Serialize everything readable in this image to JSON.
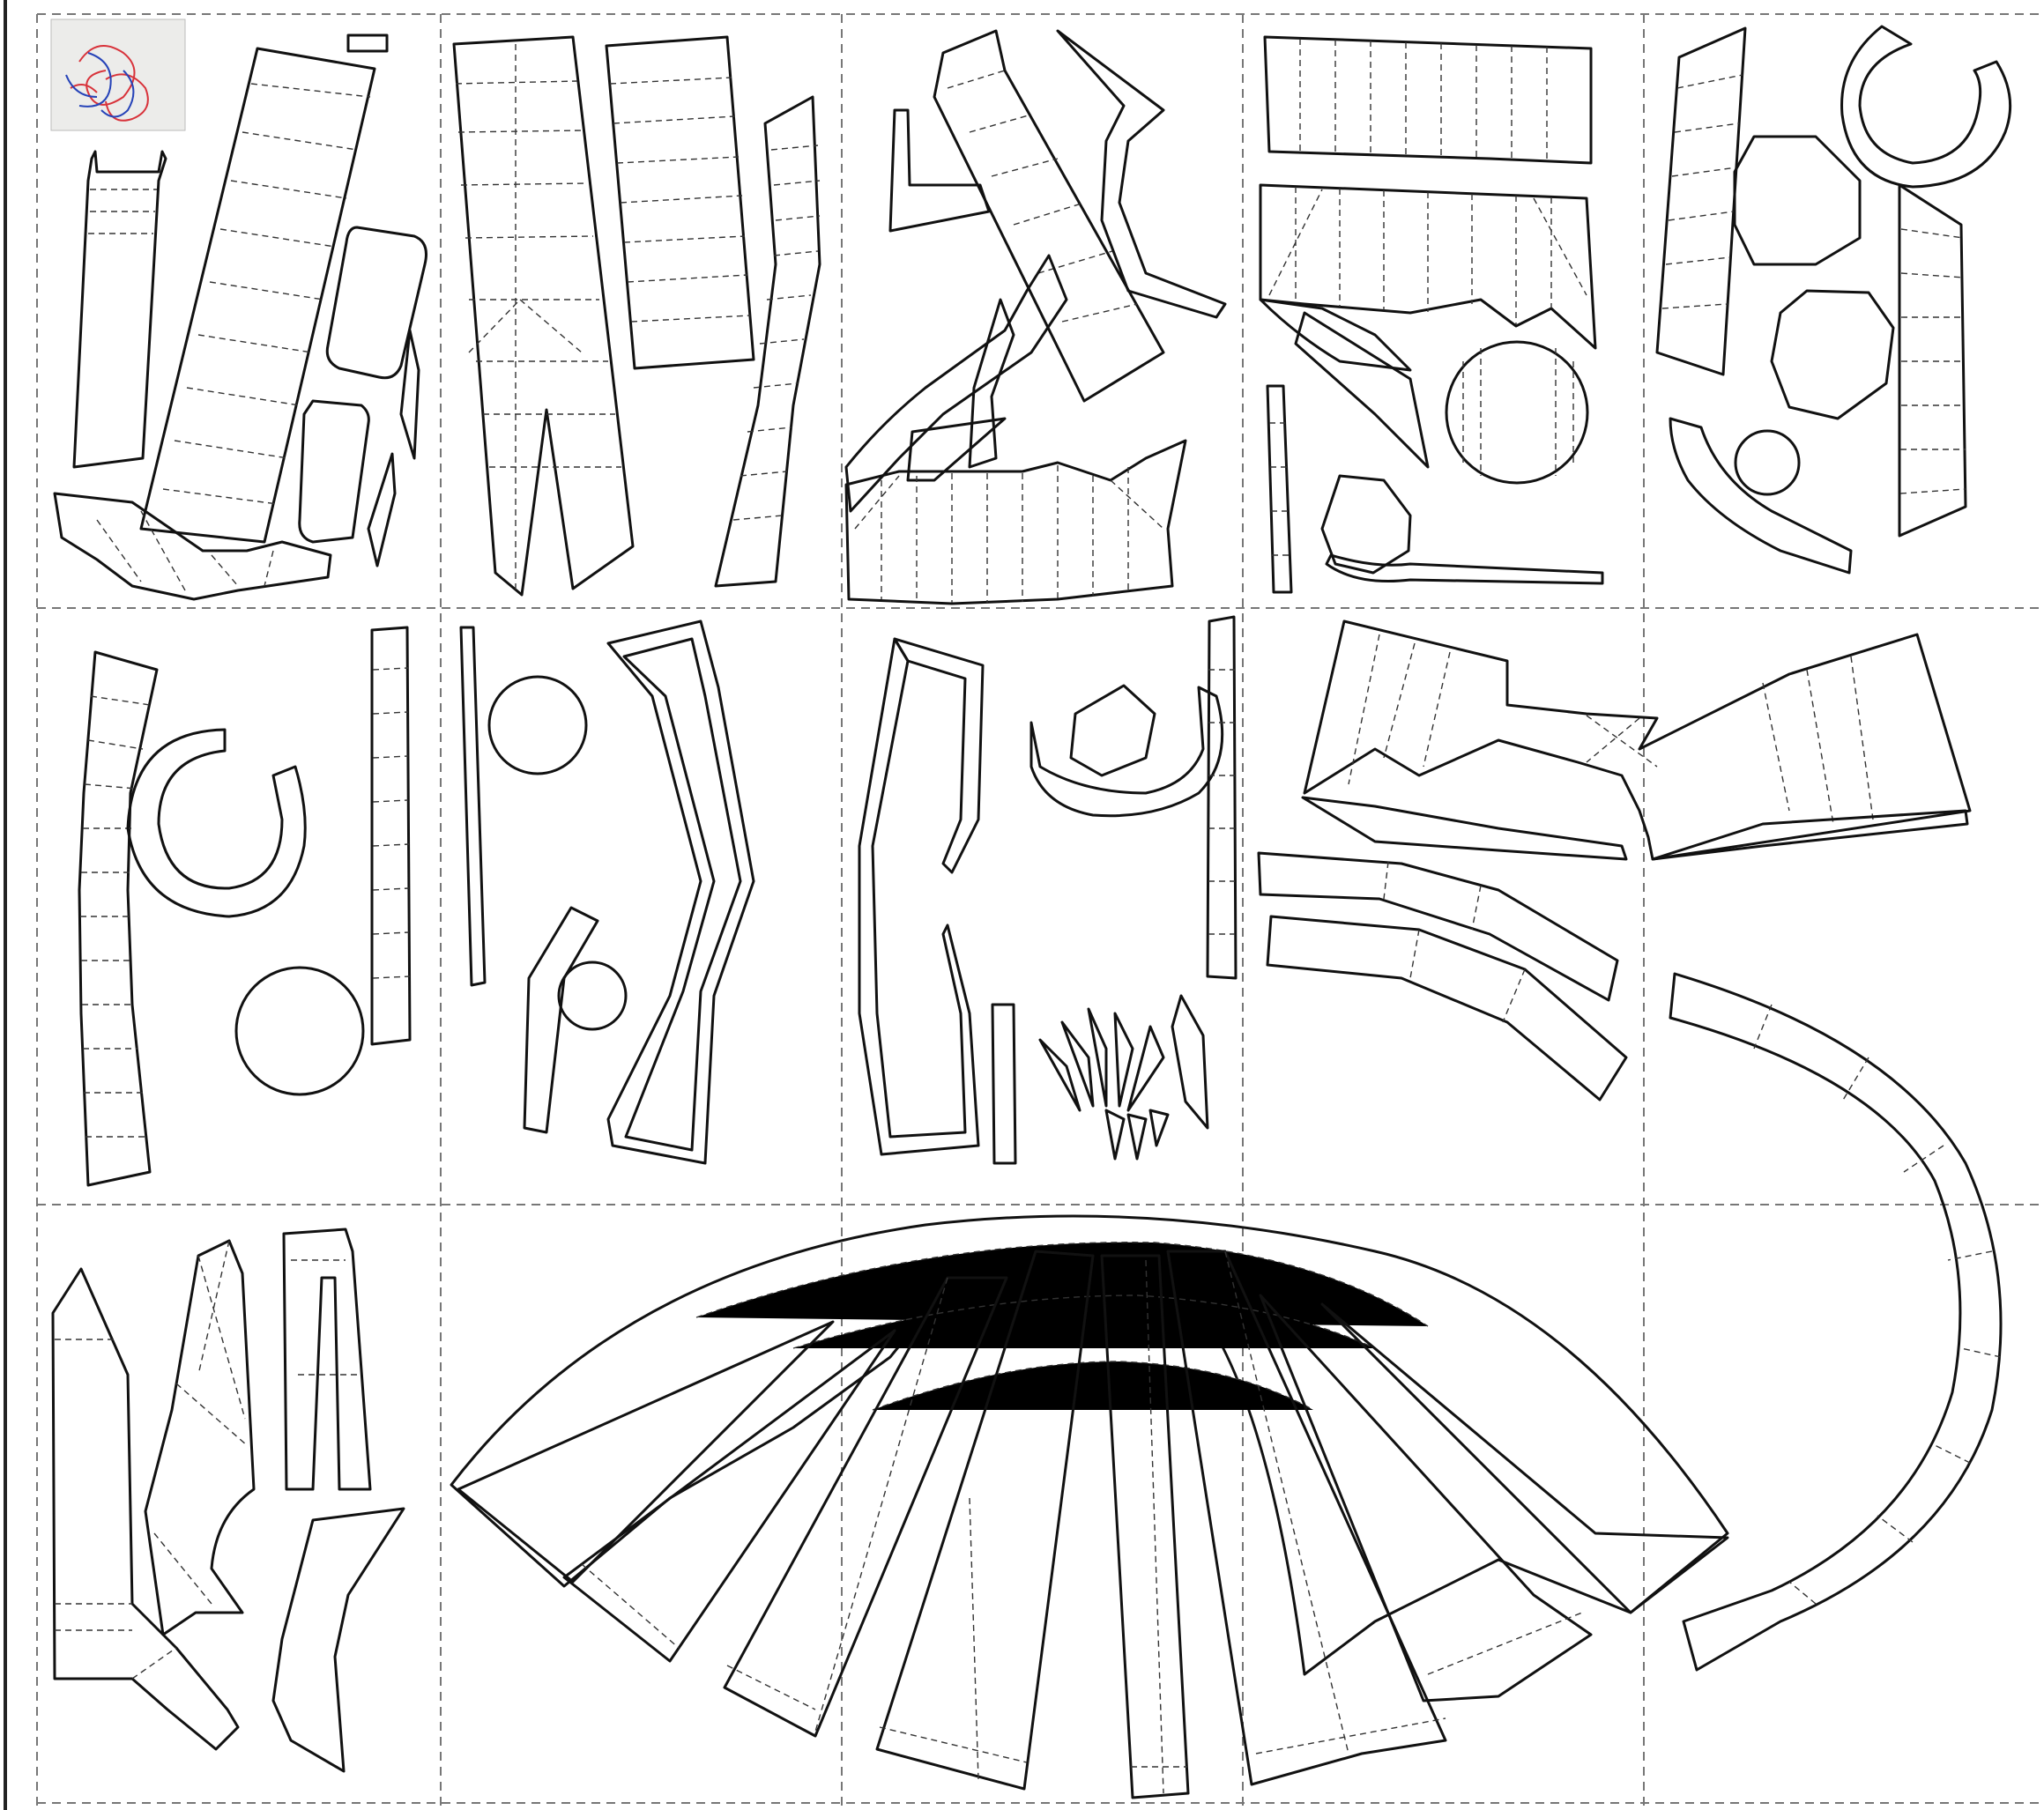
{
  "page": {
    "kind": "papercraft-unfold-sheet",
    "background": "#ffffff",
    "line_color": "#111111",
    "fold_line_color": "#333333",
    "grid_line_color": "#777777",
    "preview_colors": [
      "#d8323a",
      "#2643b8"
    ]
  },
  "grid": {
    "columns": 5,
    "rows": 3
  },
  "icons": [
    "model-preview-thumbnail-icon"
  ]
}
